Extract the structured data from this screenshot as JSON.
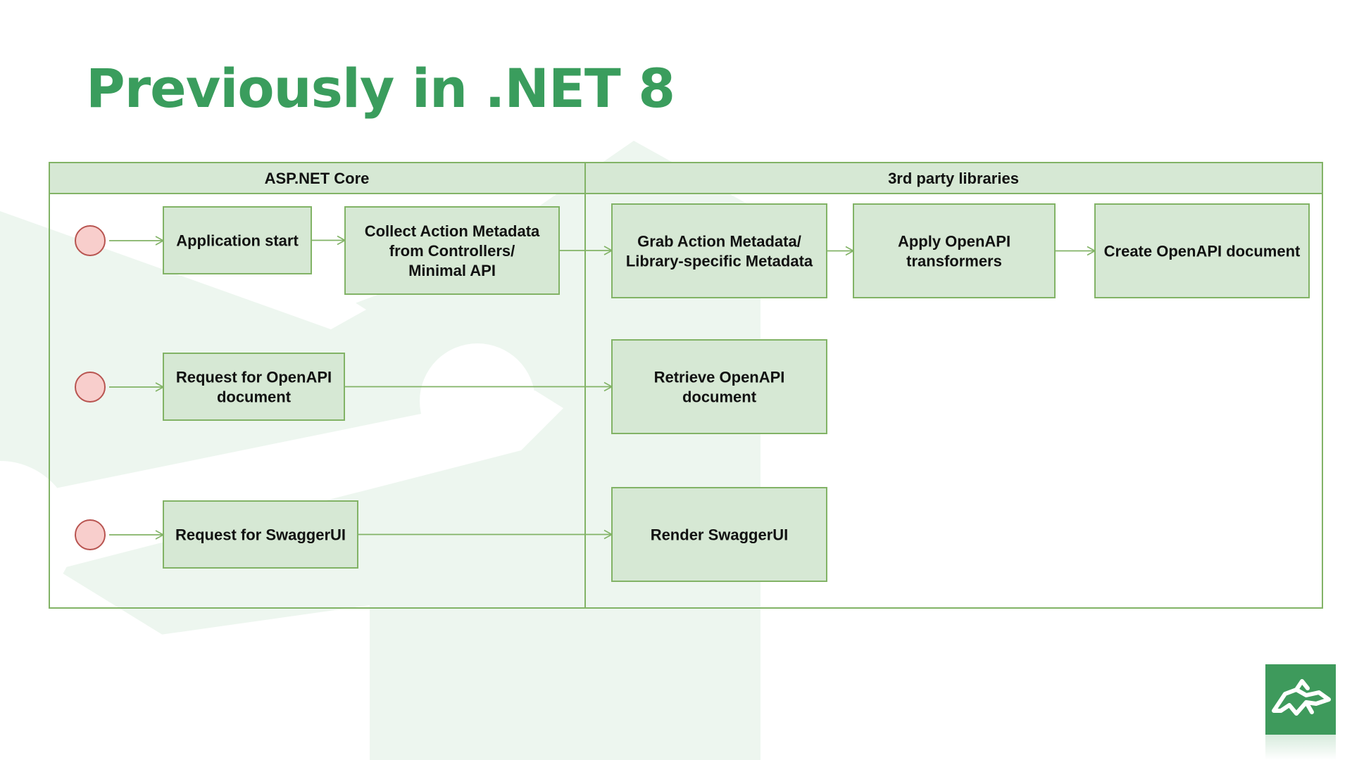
{
  "slide": {
    "title": "Previously in .NET 8",
    "accent_color": "#3a9d5d",
    "logo_icon": "green-square-logo-icon"
  },
  "diagram": {
    "lanes": [
      {
        "id": "aspnet",
        "label": "ASP.NET Core"
      },
      {
        "id": "thirdparty",
        "label": "3rd party libraries"
      }
    ],
    "nodes": [
      {
        "id": "app-start",
        "lines": [
          "Application start"
        ]
      },
      {
        "id": "collect-metadata",
        "lines": [
          "Collect Action Metadata",
          "from Controllers/",
          "Minimal API"
        ]
      },
      {
        "id": "grab-metadata",
        "lines": [
          "Grab Action Metadata/",
          "Library-specific Metadata"
        ]
      },
      {
        "id": "apply-transformers",
        "lines": [
          "Apply OpenAPI",
          "transformers"
        ]
      },
      {
        "id": "create-document",
        "lines": [
          "Create OpenAPI document"
        ]
      },
      {
        "id": "request-openapi",
        "lines": [
          "Request for OpenAPI",
          "document"
        ]
      },
      {
        "id": "retrieve-document",
        "lines": [
          "Retrieve OpenAPI",
          "document"
        ]
      },
      {
        "id": "request-swagger",
        "lines": [
          "Request for SwaggerUI"
        ]
      },
      {
        "id": "render-swagger",
        "lines": [
          "Render SwaggerUI"
        ]
      }
    ],
    "start_events": [
      "start-1",
      "start-2",
      "start-3"
    ],
    "edges": [
      {
        "from": "start-1",
        "to": "app-start"
      },
      {
        "from": "app-start",
        "to": "collect-metadata"
      },
      {
        "from": "collect-metadata",
        "to": "grab-metadata"
      },
      {
        "from": "grab-metadata",
        "to": "apply-transformers"
      },
      {
        "from": "apply-transformers",
        "to": "create-document"
      },
      {
        "from": "start-2",
        "to": "request-openapi"
      },
      {
        "from": "request-openapi",
        "to": "retrieve-document"
      },
      {
        "from": "start-3",
        "to": "request-swagger"
      },
      {
        "from": "request-swagger",
        "to": "render-swagger"
      }
    ],
    "colors": {
      "node_fill": "#d6e8d4",
      "node_stroke": "#82b366",
      "start_fill": "#f8cecc",
      "start_stroke": "#b85450",
      "edge": "#82b366"
    }
  }
}
